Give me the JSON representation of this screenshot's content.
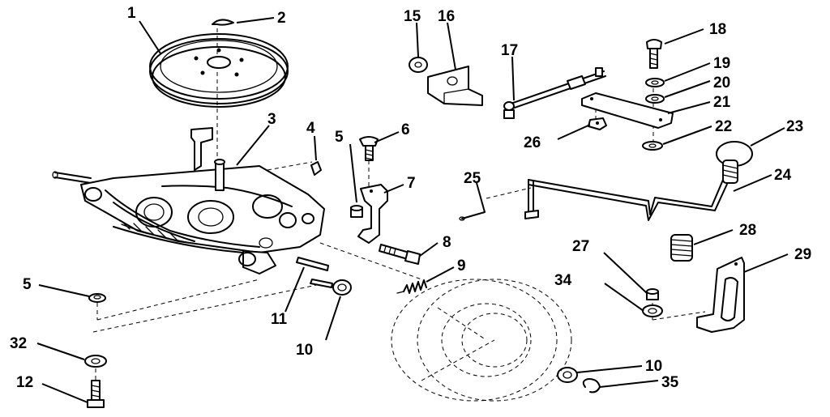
{
  "callouts": {
    "c1": "1",
    "c2": "2",
    "c3": "3",
    "c4": "4",
    "c5a": "5",
    "c5b": "5",
    "c6": "6",
    "c7": "7",
    "c8": "8",
    "c9": "9",
    "c10a": "10",
    "c10b": "10",
    "c11": "11",
    "c12": "12",
    "c15": "15",
    "c16": "16",
    "c17": "17",
    "c18": "18",
    "c19": "19",
    "c20": "20",
    "c21": "21",
    "c22": "22",
    "c23": "23",
    "c24": "24",
    "c25": "25",
    "c26": "26",
    "c27": "27",
    "c28": "28",
    "c29": "29",
    "c32": "32",
    "c34": "34",
    "c35": "35"
  }
}
